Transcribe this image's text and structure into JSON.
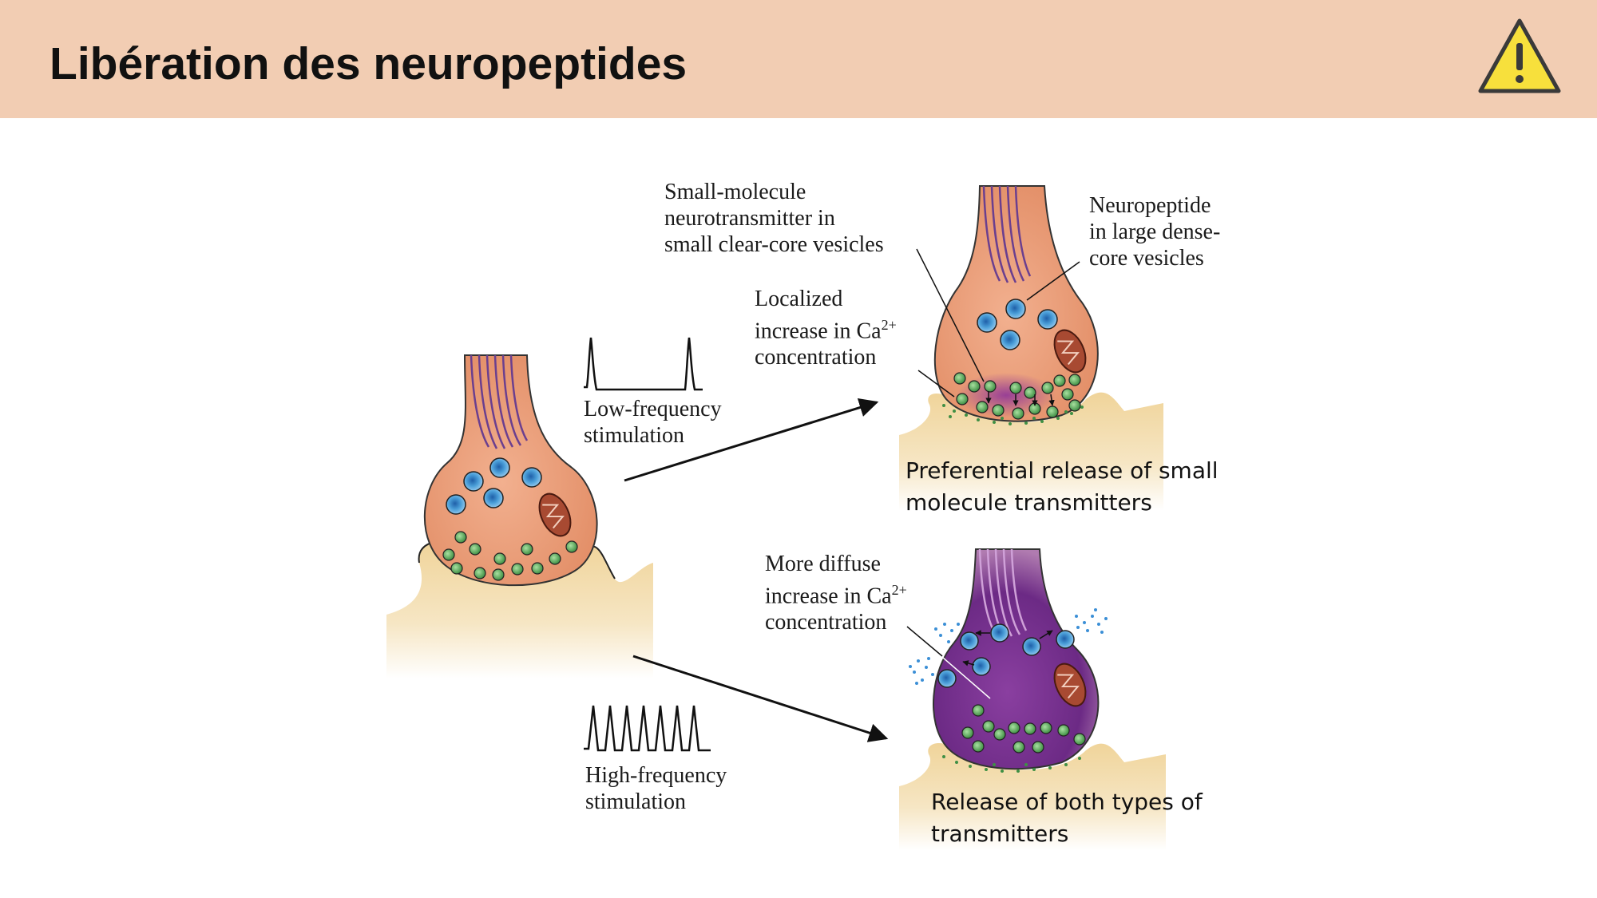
{
  "title": "Libération des neuropeptides",
  "icons": {
    "warning": "warning-triangle-icon"
  },
  "colors": {
    "header_bg": "#f2cdb3",
    "terminal": "#e9a784",
    "terminal_dark": "#7a3a8c",
    "axon_lines": "#6b3f8f",
    "postsynaptic": "#f1d9a8",
    "small_vesicle": "#5aa55a",
    "dense_core_vesicle": "#4a9ed8",
    "warning": "#f7e03c"
  },
  "labels": {
    "small_molecule": [
      "Small-molecule",
      "neurotransmitter in",
      "small clear-core vesicles"
    ],
    "neuropeptide": [
      "Neuropeptide",
      "in large dense-",
      "core vesicles"
    ],
    "localized": [
      "Localized",
      "increase in Ca",
      "concentration"
    ],
    "diffuse": [
      "More diffuse",
      "increase in Ca",
      "concentration"
    ],
    "ca_superscript": "2+",
    "low_freq": [
      "Low-frequency",
      "stimulation"
    ],
    "high_freq": [
      "High-frequency",
      "stimulation"
    ]
  },
  "captions": {
    "top": [
      "Preferential release of small",
      "molecule transmitters"
    ],
    "bottom": [
      "Release of both types of",
      "transmitters"
    ]
  }
}
